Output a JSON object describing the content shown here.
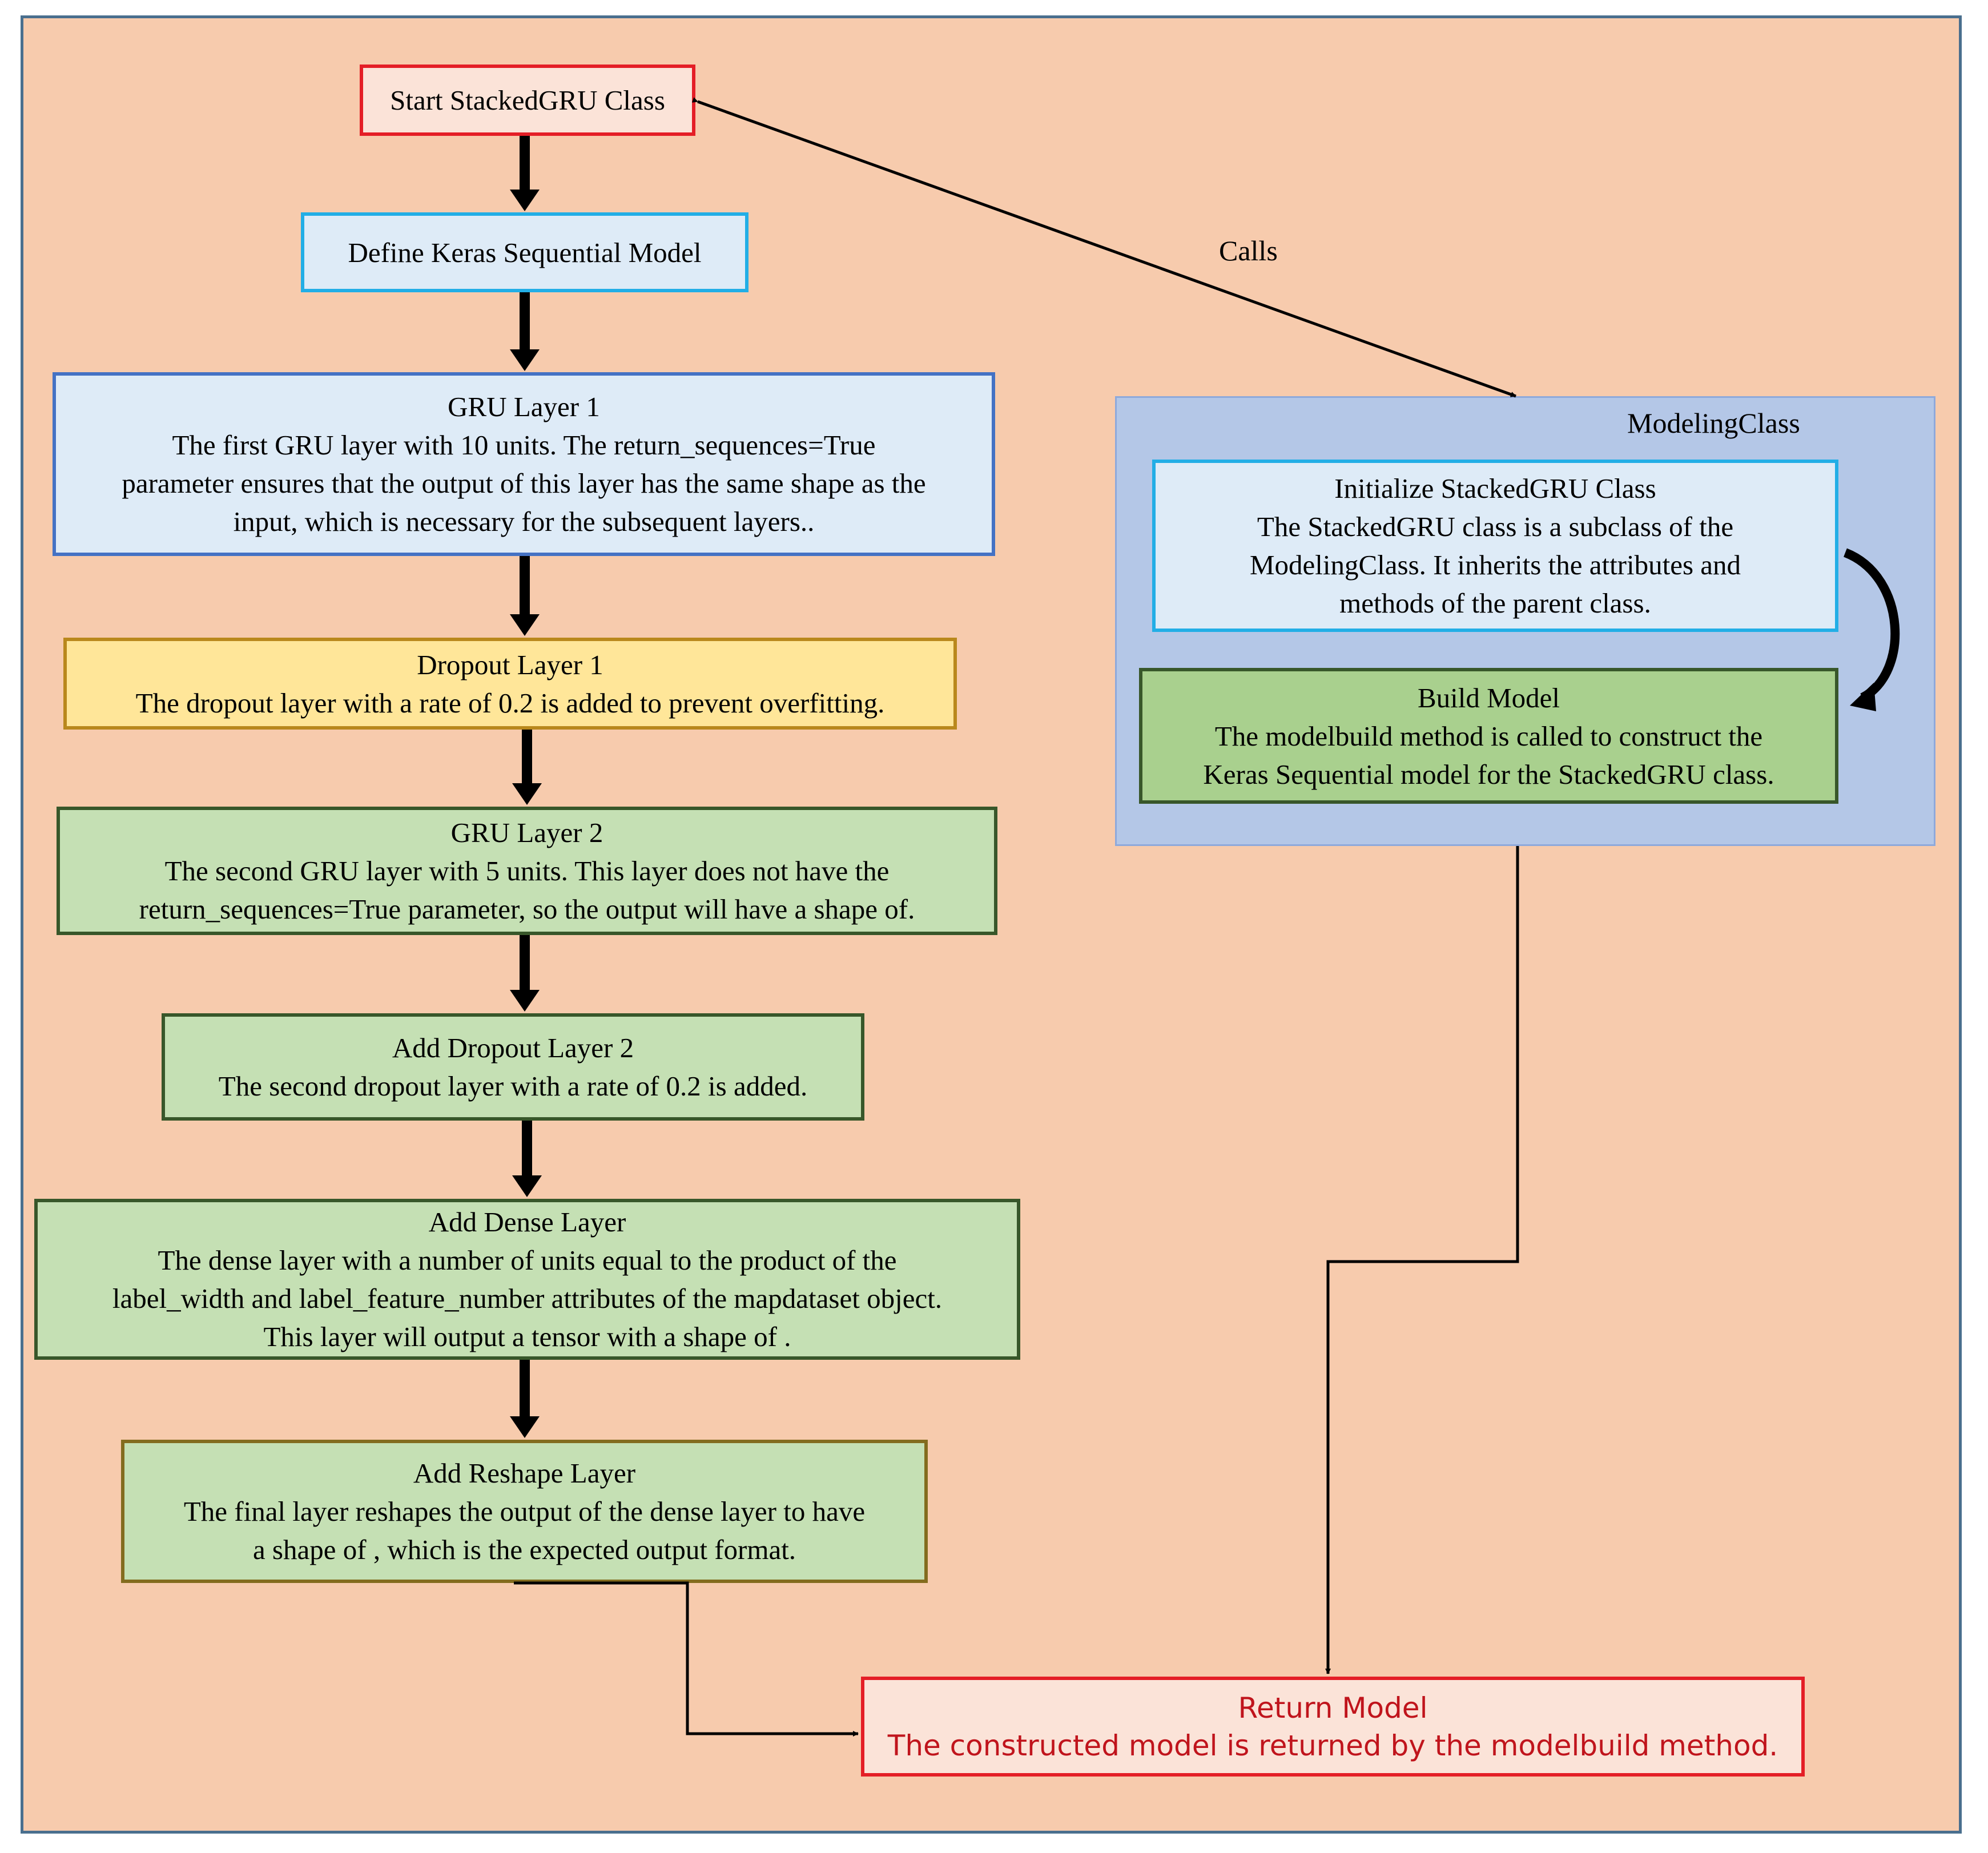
{
  "start": {
    "title": "Start StackedGRU Class"
  },
  "define": {
    "title": "Define Keras Sequential Model"
  },
  "gru1": {
    "title": "GRU Layer 1",
    "line1": "The first GRU layer with 10 units. The return_sequences=True",
    "line2": "parameter ensures that the output of this layer has the same shape as the",
    "line3": "input, which is necessary  for the subsequent layers.."
  },
  "dropout1": {
    "title": "Dropout Layer 1",
    "line1": "The dropout layer with a rate of 0.2 is added to prevent overfitting."
  },
  "gru2": {
    "title": "GRU Layer 2",
    "line1": "The second GRU layer with 5 units. This layer does not have the",
    "line2": "return_sequences=True parameter, so the output will have a shape of."
  },
  "dropout2": {
    "title": "Add Dropout Layer 2",
    "line1": "The second dropout layer with a rate of 0.2 is added."
  },
  "dense": {
    "title": "Add Dense Layer",
    "line1": "The dense layer with a number of units equal to the product of the",
    "line2": "label_width and label_feature_number attributes of the mapdataset object.",
    "line3": "This layer will output a tensor with a shape of ."
  },
  "reshape": {
    "title": "Add Reshape Layer",
    "line1": "The final layer reshapes the output of the dense layer to have",
    "line2": "a shape of , which is the expected output format."
  },
  "modeling": {
    "label": "ModelingClass"
  },
  "init": {
    "title": "Initialize StackedGRU Class",
    "line1": "The StackedGRU class is a subclass of the",
    "line2": "ModelingClass. It inherits the attributes and",
    "line3": "methods of the parent class."
  },
  "build": {
    "title": "Build Model",
    "line1": "The modelbuild method is called to construct the",
    "line2": "Keras Sequential model for the StackedGRU class."
  },
  "return": {
    "title": "Return Model",
    "line1": "The constructed model is returned by the modelbuild method."
  },
  "calls_label": "Calls",
  "colors": {
    "background": "#f7cbad",
    "frame_border": "#4a6f8e",
    "start_border": "#e41e26",
    "define_border": "#22aee6",
    "gru1_border": "#4472c4",
    "dropout1_fill": "#ffe699",
    "green_fill": "#c5e0b4",
    "build_fill": "#a9d08e",
    "container_fill": "#b4c7e7",
    "return_text": "#c0141c"
  }
}
